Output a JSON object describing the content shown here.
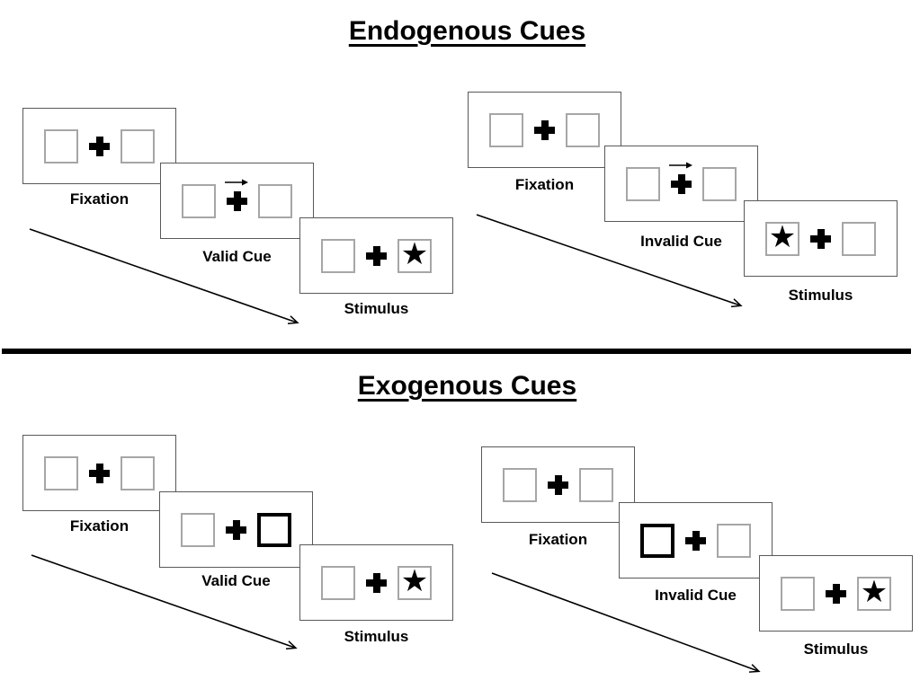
{
  "colors": {
    "background": "#ffffff",
    "ink": "#000000",
    "card_border": "#595959",
    "box_border": "#a6a6a6",
    "bold_box_border": "#000000"
  },
  "icons": {
    "fixation_cross": "heavy-plus-icon",
    "cue_arrow": "thin-right-arrow-icon",
    "timeline": "diagonal-arrow-icon",
    "star_glyph": "★"
  },
  "sections": [
    {
      "title": "Endogenous Cues",
      "cue_style": "central-arrow",
      "panels": [
        {
          "condition": "valid",
          "cards": [
            {
              "label": "Fixation",
              "type": "fixation",
              "left_box": "empty",
              "right_box": "empty"
            },
            {
              "label": "Valid Cue",
              "type": "central-arrow-cue",
              "cue_direction": "right",
              "left_box": "empty",
              "right_box": "empty"
            },
            {
              "label": "Stimulus",
              "type": "stimulus",
              "left_box": "empty",
              "right_box": "star"
            }
          ]
        },
        {
          "condition": "invalid",
          "cards": [
            {
              "label": "Fixation",
              "type": "fixation",
              "left_box": "empty",
              "right_box": "empty"
            },
            {
              "label": "Invalid Cue",
              "type": "central-arrow-cue",
              "cue_direction": "right",
              "left_box": "empty",
              "right_box": "empty"
            },
            {
              "label": "Stimulus",
              "type": "stimulus",
              "left_box": "star",
              "right_box": "empty"
            }
          ]
        }
      ]
    },
    {
      "title": "Exogenous Cues",
      "cue_style": "peripheral-box-highlight",
      "panels": [
        {
          "condition": "valid",
          "cards": [
            {
              "label": "Fixation",
              "type": "fixation",
              "left_box": "empty",
              "right_box": "empty"
            },
            {
              "label": "Valid Cue",
              "type": "peripheral-box-cue",
              "left_box": "empty",
              "right_box": "bold"
            },
            {
              "label": "Stimulus",
              "type": "stimulus",
              "left_box": "empty",
              "right_box": "star"
            }
          ]
        },
        {
          "condition": "invalid",
          "cards": [
            {
              "label": "Fixation",
              "type": "fixation",
              "left_box": "empty",
              "right_box": "empty"
            },
            {
              "label": "Invalid Cue",
              "type": "peripheral-box-cue",
              "left_box": "bold",
              "right_box": "empty"
            },
            {
              "label": "Stimulus",
              "type": "stimulus",
              "left_box": "empty",
              "right_box": "star"
            }
          ]
        }
      ]
    }
  ]
}
